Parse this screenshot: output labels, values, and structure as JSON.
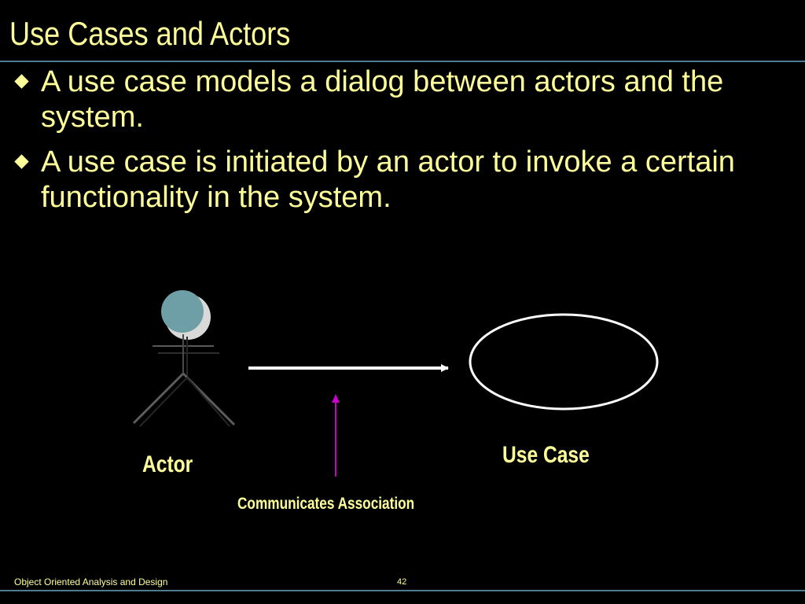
{
  "slide": {
    "title": "Use Cases and Actors",
    "bullets": [
      "A use case models a dialog between actors and the system.",
      "A use case is initiated by an actor to invoke a certain functionality in the system."
    ]
  },
  "diagram": {
    "actor_label": "Actor",
    "usecase_label": "Use Case",
    "association_label": "Communicates Association",
    "colors": {
      "text": "#ffff99",
      "line": "#ffffff",
      "pointer": "#cc00cc",
      "actor_head": "#6f9fa6",
      "actor_head_shadow": "#d9d9d9"
    }
  },
  "footer": {
    "course": "Object Oriented Analysis and Design",
    "page_number": "42"
  }
}
